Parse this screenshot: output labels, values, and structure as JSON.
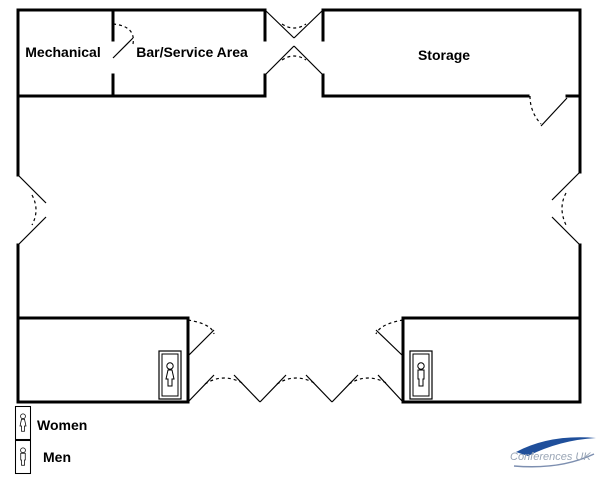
{
  "rooms": {
    "mechanical": "Mechanical",
    "bar_service": "Bar/Service Area",
    "storage": "Storage"
  },
  "legend": {
    "women": "Women",
    "men": "Men"
  },
  "logo": {
    "text": "Conferences UK"
  },
  "icons": {
    "women": "women-toilet-icon",
    "men": "men-toilet-icon"
  },
  "colors": {
    "logo_swoosh": "#1f4f9b",
    "logo_text": "#9aa6b6"
  }
}
